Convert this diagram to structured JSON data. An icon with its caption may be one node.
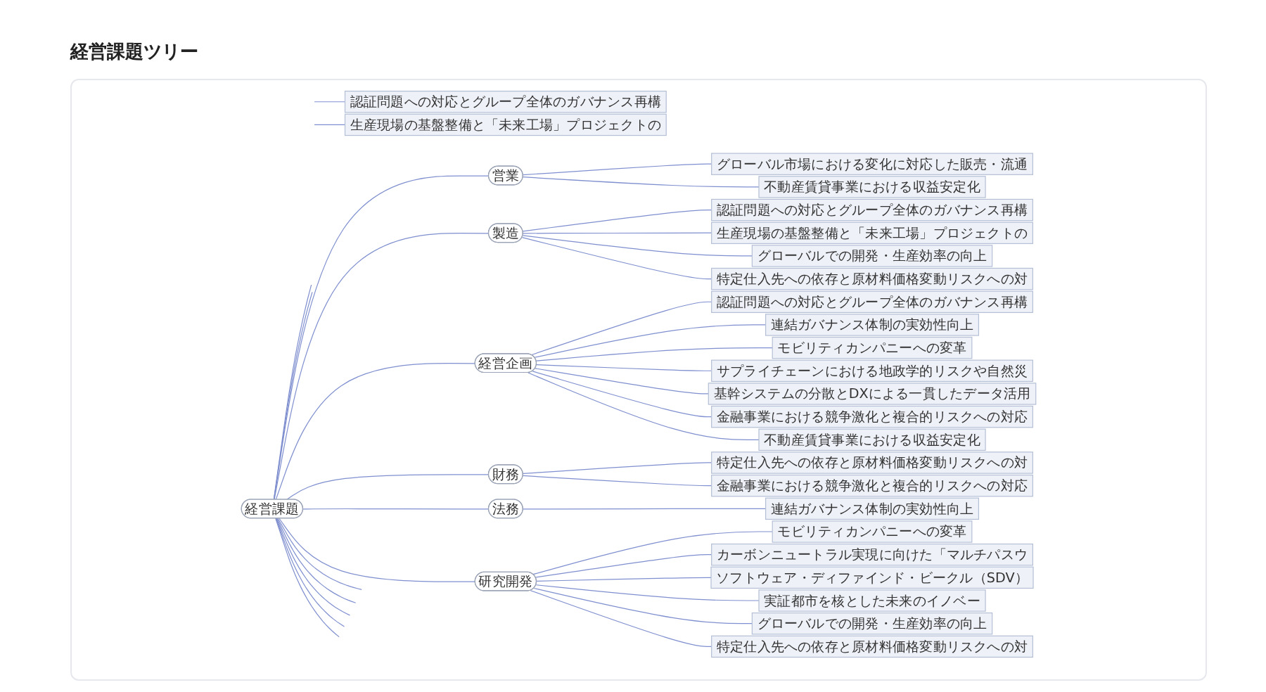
{
  "diagram": {
    "title": "経営課題ツリー",
    "nodes": [
      {
        "text": [
          "経営課題"
        ]
      },
      {
        "text": [
          "営業"
        ]
      },
      {
        "text": [
          "グローバル市場における変化に対応した販売・流通"
        ]
      },
      {
        "text": [
          "不動産賃貸事業における収益安定化"
        ]
      },
      {
        "text": [
          "製造"
        ]
      },
      {
        "text": [
          "認証問題への対応とグループ全体のガバナンス再構"
        ]
      },
      {
        "text": [
          "生産現場の基盤整備と「未来工場」プロジェクトの"
        ]
      },
      {
        "text": [
          "グローバルでの開発・生産効率の向上"
        ]
      },
      {
        "text": [
          "特定仕入先への依存と原材料価格変動リスクへの対"
        ]
      },
      {
        "text": [
          "経営企画"
        ]
      },
      {
        "text": [
          "認証問題への対応とグループ全体のガバナンス再構"
        ]
      },
      {
        "text": [
          "連結ガバナンス体制の実効性向上"
        ]
      },
      {
        "text": [
          "モビリティカンパニーへの変革"
        ]
      },
      {
        "text": [
          "サプライチェーンにおける地政学的リスクや自然災"
        ]
      },
      {
        "text": [
          "基幹システムの分散とDXによる一貫したデータ活用"
        ]
      },
      {
        "text": [
          "金融事業における競争激化と複合的リスクへの対応"
        ]
      },
      {
        "text": [
          "不動産賃貸事業における収益安定化"
        ]
      },
      {
        "text": [
          "財務"
        ]
      },
      {
        "text": [
          "特定仕入先への依存と原材料価格変動リスクへの対"
        ]
      },
      {
        "text": [
          "金融事業における競争激化と複合的リスクへの対応"
        ]
      },
      {
        "text": [
          "法務"
        ]
      },
      {
        "text": [
          "連結ガバナンス体制の実効性向上"
        ]
      },
      {
        "text": [
          "研究開発"
        ]
      },
      {
        "text": [
          "モビリティカンパニーへの変革"
        ]
      },
      {
        "text": [
          "カーボンニュートラル実現に向けた「マルチパスウ"
        ]
      },
      {
        "text": [
          "ソフトウェア・ディファインド・ビークル（SDV）"
        ]
      },
      {
        "text": [
          "実証都市を核とした未来のイノベー"
        ]
      },
      {
        "text": [
          "グローバルでの開発・生産効率の向上"
        ]
      },
      {
        "text": [
          "特定仕入先への依存と原材料価格変動リスクへの対"
        ]
      },
      {
        "text": [
          "認証問題への対応とグループ全体のガバナンス再構"
        ]
      },
      {
        "text": [
          "生産現場の基盤整備と「未来工場」プロジェクトの"
        ]
      }
    ],
    "edges": [
      {
        "from": 0,
        "to": null,
        "arrow": "none"
      },
      {
        "from": 0,
        "to": null,
        "arrow": "none"
      },
      {
        "from": 0,
        "to": 1,
        "arrow": "none"
      },
      {
        "from": 1,
        "to": 2,
        "arrow": "none"
      },
      {
        "from": 1,
        "to": 3,
        "arrow": "none"
      },
      {
        "from": 0,
        "to": 4,
        "arrow": "none"
      },
      {
        "from": 4,
        "to": 5,
        "arrow": "none"
      },
      {
        "from": 4,
        "to": 6,
        "arrow": "none"
      },
      {
        "from": 4,
        "to": 7,
        "arrow": "none"
      },
      {
        "from": 4,
        "to": 8,
        "arrow": "none"
      },
      {
        "from": 0,
        "to": 9,
        "arrow": "none"
      },
      {
        "from": 9,
        "to": 10,
        "arrow": "none"
      },
      {
        "from": 9,
        "to": 11,
        "arrow": "none"
      },
      {
        "from": 9,
        "to": 12,
        "arrow": "none"
      },
      {
        "from": 9,
        "to": 13,
        "arrow": "none"
      },
      {
        "from": 9,
        "to": 14,
        "arrow": "none"
      },
      {
        "from": 9,
        "to": 15,
        "arrow": "none"
      },
      {
        "from": 9,
        "to": 16,
        "arrow": "none"
      },
      {
        "from": 0,
        "to": 17,
        "arrow": "none"
      },
      {
        "from": 17,
        "to": 18,
        "arrow": "none"
      },
      {
        "from": 17,
        "to": 19,
        "arrow": "none"
      },
      {
        "from": 0,
        "to": 20,
        "arrow": "none"
      },
      {
        "from": 20,
        "to": 21,
        "arrow": "none"
      },
      {
        "from": 0,
        "to": 22,
        "arrow": "none"
      },
      {
        "from": 22,
        "to": 23,
        "arrow": "none"
      },
      {
        "from": 22,
        "to": 24,
        "arrow": "none"
      },
      {
        "from": 22,
        "to": 25,
        "arrow": "none"
      },
      {
        "from": 22,
        "to": 26,
        "arrow": "none"
      },
      {
        "from": 22,
        "to": 27,
        "arrow": "none"
      },
      {
        "from": 22,
        "to": 28,
        "arrow": "none"
      },
      {
        "from": 0,
        "to": null,
        "arrow": "none"
      },
      {
        "from": 0,
        "to": null,
        "arrow": "none"
      },
      {
        "from": 0,
        "to": null,
        "arrow": "none"
      },
      {
        "from": 0,
        "to": null,
        "arrow": "none"
      },
      {
        "from": 0,
        "to": null,
        "arrow": "none"
      },
      {
        "from": null,
        "to": 29,
        "arrow": "none"
      },
      {
        "from": null,
        "to": 30,
        "arrow": "none"
      }
    ]
  }
}
